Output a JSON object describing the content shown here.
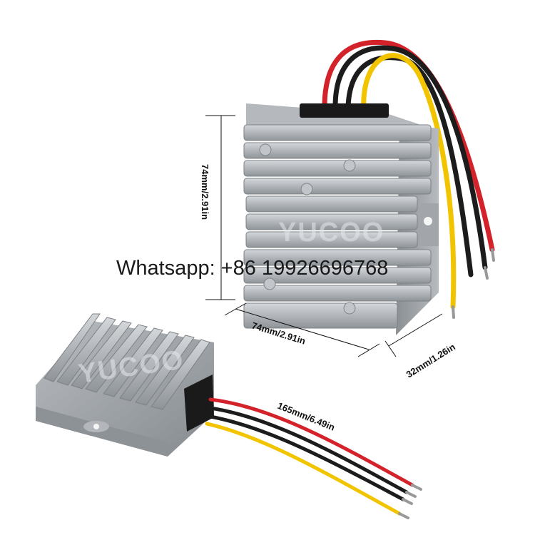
{
  "contact_text": "Whatsapp: +86 19926696768",
  "watermark": "YUCOO",
  "dimensions": {
    "height": "74mm/2.91in",
    "length": "74mm/2.91in",
    "width": "32mm/1.26in",
    "cable": "165mm/6.49in"
  },
  "colors": {
    "wire_red": "#d4222a",
    "wire_black": "#1c1c1c",
    "wire_yellow": "#f2c400",
    "aluminum": "#a9adb1"
  }
}
